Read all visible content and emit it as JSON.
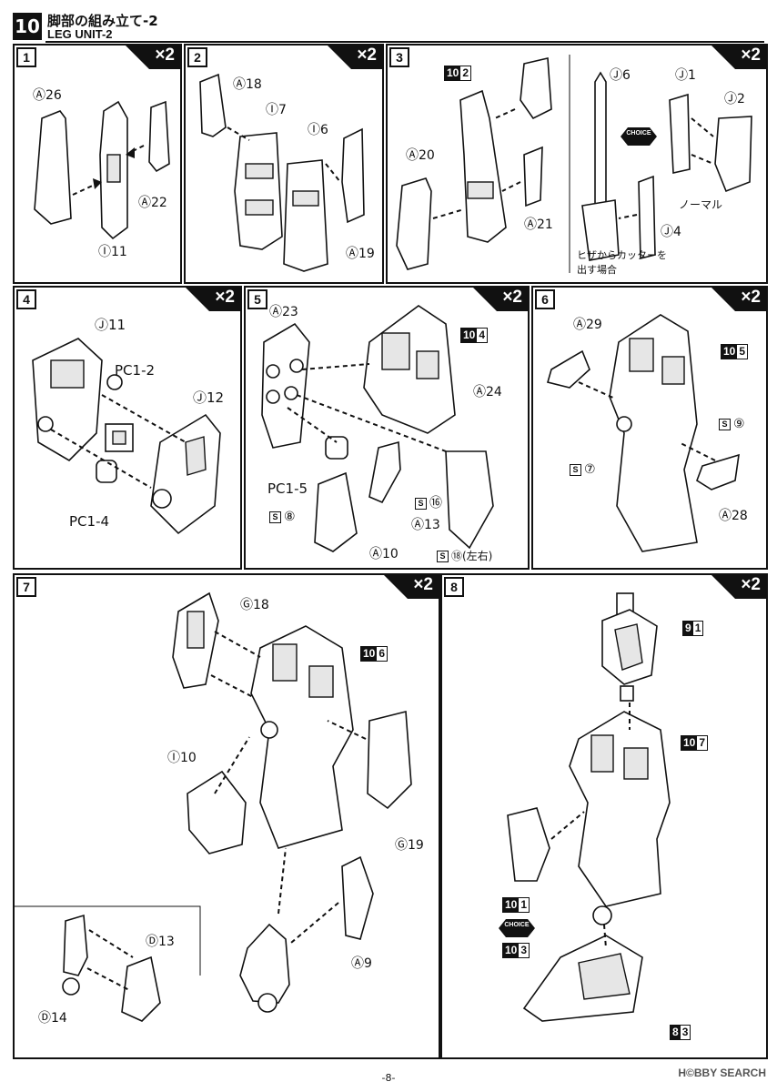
{
  "header": {
    "section_number": "10",
    "title_jp": "脚部の組み立て-2",
    "title_en": "LEG UNIT-2"
  },
  "panels": [
    {
      "step": "1",
      "multiplier": "×2",
      "labels": [
        "Ⓐ26",
        "Ⓐ22",
        "Ⓘ11"
      ]
    },
    {
      "step": "2",
      "multiplier": "×2",
      "labels": [
        "Ⓐ18",
        "Ⓘ7",
        "Ⓘ6",
        "Ⓐ19"
      ]
    },
    {
      "step": "3",
      "multiplier": "×2",
      "labels": [
        "Ⓐ20",
        "Ⓐ21",
        "Ⓙ6",
        "Ⓙ1",
        "Ⓙ2",
        "Ⓙ4"
      ],
      "ref": [
        "10",
        "2"
      ],
      "choice": "CHOICE",
      "note_normal": "ノーマル",
      "note_cutter_1": "ヒザからカッターを",
      "note_cutter_2": "出す場合"
    },
    {
      "step": "4",
      "multiplier": "×2",
      "labels": [
        "Ⓙ11",
        "Ⓙ12",
        "PC1-2",
        "PC1-4"
      ]
    },
    {
      "step": "5",
      "multiplier": "×2",
      "labels": [
        "Ⓐ23",
        "Ⓐ24",
        "PC1-5",
        "⑧",
        "Ⓐ13",
        "⑯",
        "Ⓐ10",
        "⑱(左右)"
      ],
      "ref": [
        "10",
        "4"
      ],
      "sticker_mark": "S"
    },
    {
      "step": "6",
      "multiplier": "×2",
      "labels": [
        "Ⓐ29",
        "⑨",
        "⑦",
        "Ⓐ28"
      ],
      "ref": [
        "10",
        "5"
      ]
    },
    {
      "step": "7",
      "multiplier": "×2",
      "labels": [
        "Ⓖ18",
        "Ⓘ10",
        "Ⓖ19",
        "Ⓐ9",
        "Ⓓ13",
        "Ⓓ14"
      ],
      "ref": [
        "10",
        "6"
      ]
    },
    {
      "step": "8",
      "multiplier": "×2",
      "refs": [
        [
          "9",
          "1"
        ],
        [
          "10",
          "7"
        ],
        [
          "10",
          "1"
        ],
        [
          "10",
          "3"
        ],
        [
          "8",
          "3"
        ]
      ],
      "choice": "CHOICE"
    }
  ],
  "footer": {
    "page": "-8-",
    "watermark": "H©BBY SEARCH"
  }
}
